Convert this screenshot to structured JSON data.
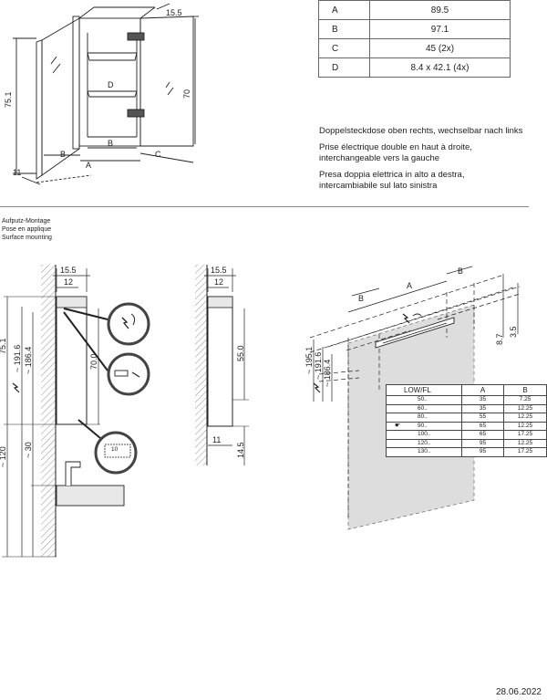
{
  "spec_table": [
    {
      "key": "A",
      "value": "89.5"
    },
    {
      "key": "B",
      "value": "97.1"
    },
    {
      "key": "C",
      "value": "45 (2x)"
    },
    {
      "key": "D",
      "value": "8.4 x 42.1 (4x)"
    }
  ],
  "notes": {
    "de": "Doppelsteckdose oben rechts, wechselbar nach links",
    "fr1": "Prise électrique double en haut à droite,",
    "fr2": "interchangeable vers la gauche",
    "it1": "Presa doppia elettrica in alto a destra,",
    "it2": "intercambiabile sul lato sinistra"
  },
  "mounting": {
    "de": "Aufputz-Montage",
    "fr": "Pose en applique",
    "en": "Surface mounting"
  },
  "top_drawing": {
    "d155": "15.5",
    "d751": "75.1",
    "d70": "70",
    "d11": "11",
    "A": "A",
    "B1": "B",
    "B2": "B",
    "C": "C",
    "D": "D"
  },
  "side1": {
    "d155": "15.5",
    "d12": "12",
    "d751": "75.1",
    "d1916": "~ 191.6",
    "d1864": "~ 186.4",
    "d700": "70.0",
    "d120": "~ 120",
    "d30": "~ 30",
    "d10": "10"
  },
  "side2": {
    "d155": "15.5",
    "d12": "12",
    "d550": "55.0",
    "d11": "11",
    "d145": "14.5"
  },
  "perspective": {
    "A": "A",
    "B1": "B",
    "B2": "B",
    "d1951": "~ 195.1",
    "d1916": "~ 191.6",
    "d1864": "~ 186.4",
    "d87": "8.7",
    "d35": "3.5"
  },
  "dim_table": {
    "headers": [
      "LOW/FL",
      "A",
      "B"
    ],
    "rows": [
      [
        "50..",
        "35",
        "7.25"
      ],
      [
        "60..",
        "35",
        "12.25"
      ],
      [
        "80..",
        "55",
        "12.25"
      ],
      [
        "90..",
        "65",
        "12.25"
      ],
      [
        "100..",
        "65",
        "17.25"
      ],
      [
        "120..",
        "95",
        "12.25"
      ],
      [
        "130..",
        "95",
        "17.25"
      ]
    ],
    "marked_row": 3
  },
  "date": "28.06.2022",
  "colors": {
    "line": "#222222",
    "hatch": "#777777",
    "wall": "#dddddd",
    "grid": "#999999"
  }
}
